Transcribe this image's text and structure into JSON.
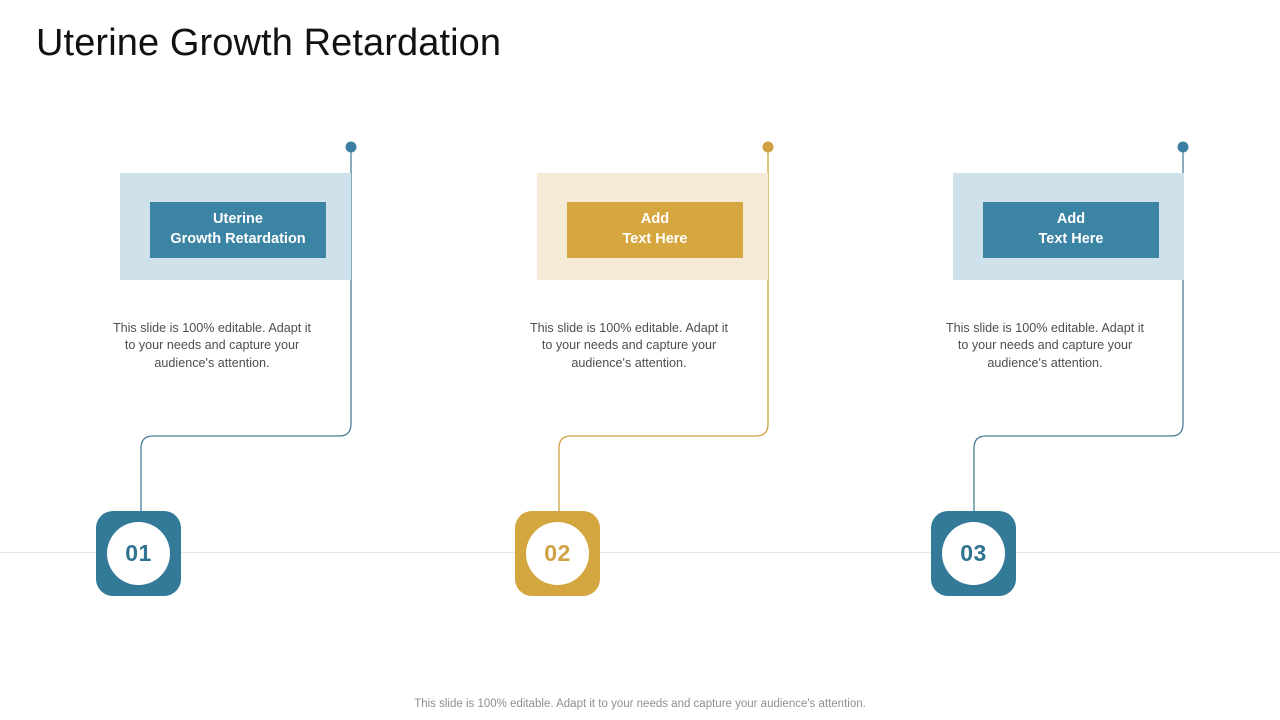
{
  "slide": {
    "title": "Uterine Growth Retardation",
    "footer_note": "This slide is 100% editable. Adapt it to your needs and capture your audience's attention.",
    "body_text": "This slide is 100% editable. Adapt it to your needs and capture your audience's attention."
  },
  "colors": {
    "blue_dark": "#3b84a3",
    "blue_badge": "#337a99",
    "blue_light": "#cfe2ec",
    "gold_dark": "#d6a63f",
    "gold_badge": "#d3a63f",
    "gold_light": "#f5ead5",
    "baseline": "#e3e5e7",
    "title_text": "#111111",
    "body_text": "#4b4f52",
    "footer_text": "#8b8f93"
  },
  "columns": [
    {
      "number": "01",
      "heading_line1": "Uterine",
      "heading_line2": "Growth Retardation",
      "description": "This slide is 100% editable. Adapt it to your needs and capture your audience's attention.",
      "theme": "blue"
    },
    {
      "number": "02",
      "heading_line1": "Add",
      "heading_line2": "Text Here",
      "description": "This slide is 100% editable. Adapt it to your needs and capture your audience's attention.",
      "theme": "gold"
    },
    {
      "number": "03",
      "heading_line1": "Add",
      "heading_line2": "Text Here",
      "description": "This slide is 100% editable. Adapt it to your needs and capture your audience's attention.",
      "theme": "blue"
    }
  ]
}
